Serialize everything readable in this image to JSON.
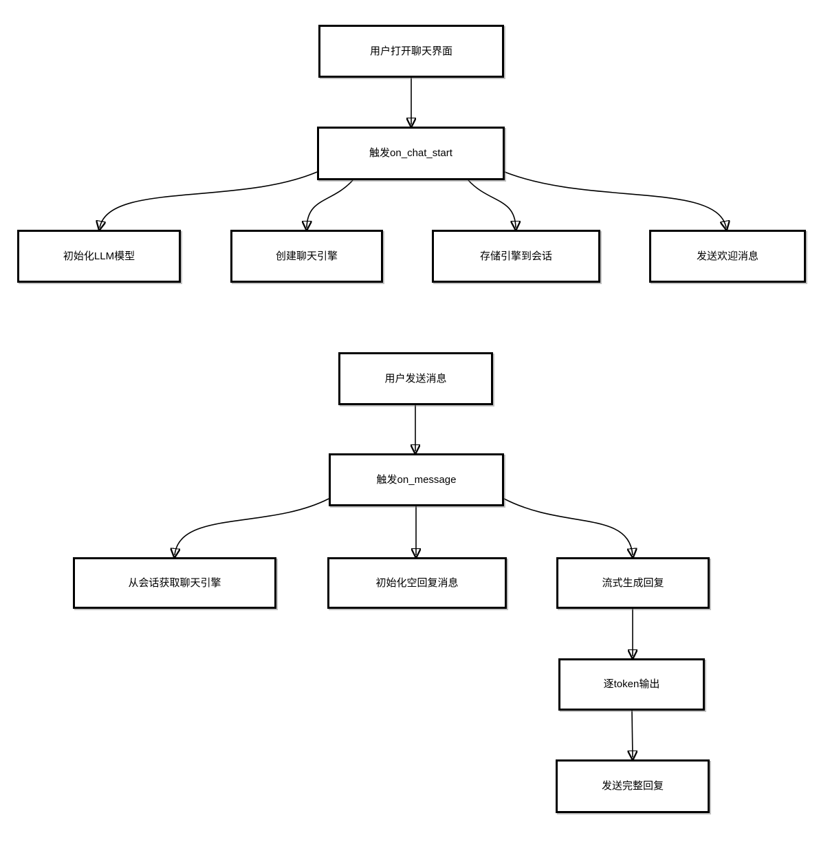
{
  "diagram": {
    "type": "flowchart",
    "background_color": "#ffffff",
    "node_fill_color": "#ffffff",
    "node_border_color": "#000000",
    "text_color": "#000000",
    "connector_color": "#000000",
    "nodes": {
      "user_open_chat": {
        "label": "用户打开聊天界面"
      },
      "on_chat_start": {
        "label": "触发on_chat_start"
      },
      "init_llm": {
        "label": "初始化LLM模型"
      },
      "create_engine": {
        "label": "创建聊天引擎"
      },
      "store_engine": {
        "label": "存储引擎到会话"
      },
      "send_welcome": {
        "label": "发送欢迎消息"
      },
      "user_send_msg": {
        "label": "用户发送消息"
      },
      "on_message": {
        "label": "触发on_message"
      },
      "get_engine": {
        "label": "从会话获取聊天引擎"
      },
      "init_empty_reply": {
        "label": "初始化空回复消息"
      },
      "stream_reply": {
        "label": "流式生成回复"
      },
      "token_output": {
        "label": "逐token输出"
      },
      "send_full_reply": {
        "label": "发送完整回复"
      }
    },
    "edges": [
      {
        "from": "user_open_chat",
        "to": "on_chat_start"
      },
      {
        "from": "on_chat_start",
        "to": "init_llm"
      },
      {
        "from": "on_chat_start",
        "to": "create_engine"
      },
      {
        "from": "on_chat_start",
        "to": "store_engine"
      },
      {
        "from": "on_chat_start",
        "to": "send_welcome"
      },
      {
        "from": "user_send_msg",
        "to": "on_message"
      },
      {
        "from": "on_message",
        "to": "get_engine"
      },
      {
        "from": "on_message",
        "to": "init_empty_reply"
      },
      {
        "from": "on_message",
        "to": "stream_reply"
      },
      {
        "from": "stream_reply",
        "to": "token_output"
      },
      {
        "from": "token_output",
        "to": "send_full_reply"
      }
    ]
  }
}
